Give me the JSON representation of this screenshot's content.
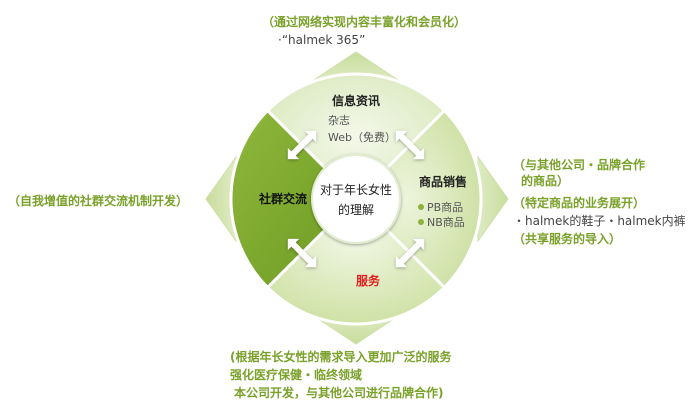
{
  "diagram": {
    "center": {
      "line1": "对于年长女性",
      "line2": "的理解"
    },
    "top": {
      "title": "信息资讯",
      "sub1": "杂志",
      "sub2": "Web（免费）"
    },
    "left": {
      "title": "社群交流"
    },
    "right": {
      "title": "商品销售",
      "sub1": "PB商品",
      "sub2": "NB商品"
    },
    "bottom": {
      "title": "服务"
    }
  },
  "annotations": {
    "top": {
      "line1": "（通过网络实现内容丰富化和会员化）",
      "line2": "·“halmek 365”"
    },
    "left": {
      "line1": "（自我增值的社群交流机制开发）"
    },
    "right": {
      "line1": "（与其他公司・品牌合作",
      "line2": "的商品）",
      "line3": "（特定商品的业务展开）",
      "line4": "・halmek的鞋子・halmek内裤",
      "line5": "（共享服务的导入）"
    },
    "bottom": {
      "line1": "(根据年长女性的需求导入更加广泛的服务",
      "line2": "强化医疗保健・临终领域",
      "line3": "本公司开发，与其他公司进行品牌合作)"
    }
  },
  "colors": {
    "accent_green": "#7aa12a",
    "dark_green": "#6e9a26",
    "light_green": "#d6e6b0",
    "pale_green": "#e9f1d8",
    "service_red": "#e02020"
  }
}
